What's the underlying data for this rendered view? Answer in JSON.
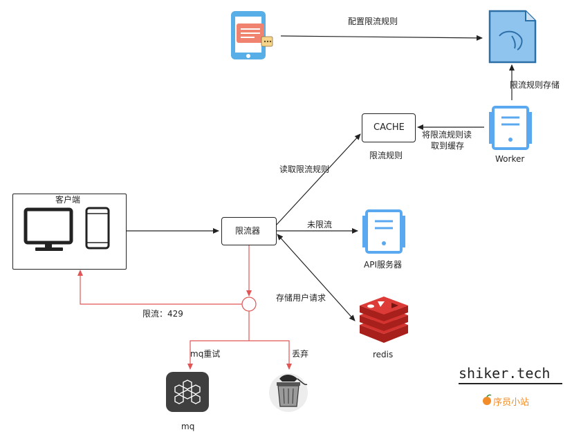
{
  "diagram": {
    "nodes": {
      "client": {
        "label": "客户端"
      },
      "limiter": {
        "label": "限流器"
      },
      "cache": {
        "label": "CACHE",
        "caption": "限流规则"
      },
      "worker": {
        "label": "Worker"
      },
      "api": {
        "label": "API服务器"
      },
      "redis": {
        "label": "redis"
      },
      "mq": {
        "label": "mq"
      }
    },
    "edges": {
      "config_rules": "配置限流规则",
      "rule_storage": "限流规则存储",
      "load_rules_line1": "将限流规则读",
      "load_rules_line2": "取到缓存",
      "read_rules": "读取限流规则",
      "not_limited": "未限流",
      "store_requests": "存储用户请求",
      "limited_429": "限流：429",
      "mq_retry": "mq重试",
      "discard": "丢弃"
    }
  },
  "branding": {
    "site": "shiker.tech",
    "sub": "序员小站"
  },
  "colors": {
    "red_flow": "#e05555",
    "blue_icon": "#5aa9f0",
    "redis_red": "#d5332f"
  }
}
